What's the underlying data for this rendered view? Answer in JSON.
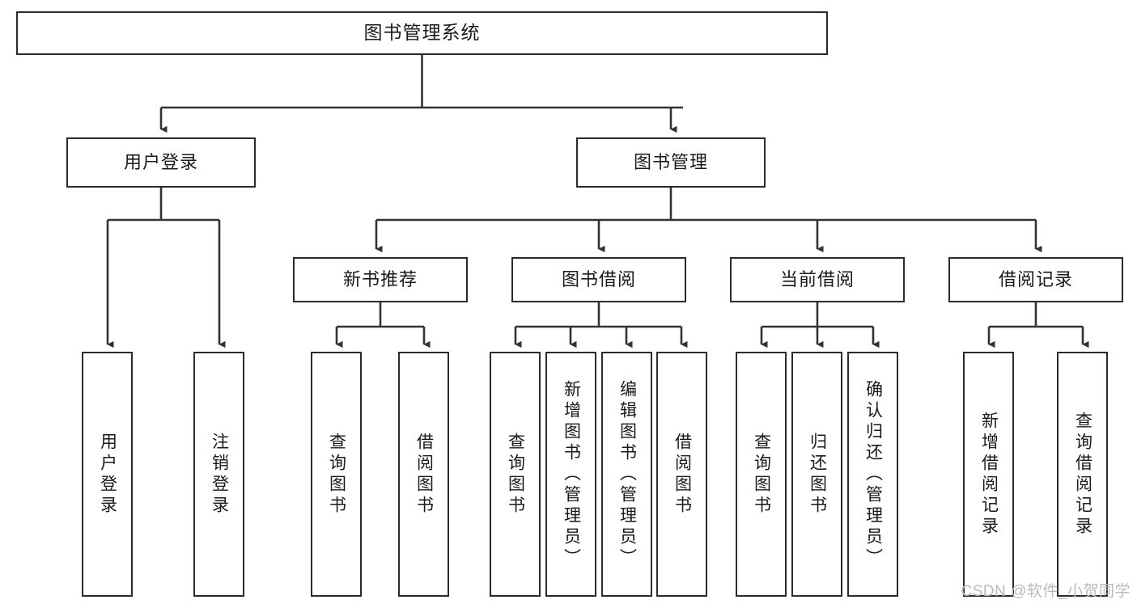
{
  "diagram": {
    "type": "tree-hierarchy",
    "title": "图书管理系统",
    "watermark": "CSDN @软件_小贺同学",
    "colors": {
      "box_border": "#2b2b2b",
      "box_fill": "#ffffff",
      "connector": "#333333",
      "text": "#1a1a1a",
      "watermark": "#b9b9b9",
      "background": "#ffffff"
    },
    "nodes": {
      "root": {
        "label": "图书管理系统"
      },
      "level2": [
        {
          "id": "user-login",
          "label": "用户登录"
        },
        {
          "id": "book-manage",
          "label": "图书管理"
        }
      ],
      "level3": [
        {
          "id": "new-book-recommend",
          "label": "新书推荐"
        },
        {
          "id": "book-borrow",
          "label": "图书借阅"
        },
        {
          "id": "current-borrow",
          "label": "当前借阅"
        },
        {
          "id": "borrow-record",
          "label": "借阅记录"
        }
      ],
      "leaves": [
        {
          "id": "leaf-user-login",
          "label": "用户登录",
          "parent": "user-login"
        },
        {
          "id": "leaf-user-logout",
          "label": "注销登录",
          "parent": "user-login"
        },
        {
          "id": "leaf-query-book-1",
          "label": "查询图书",
          "parent": "new-book-recommend"
        },
        {
          "id": "leaf-borrow-book-1",
          "label": "借阅图书",
          "parent": "new-book-recommend"
        },
        {
          "id": "leaf-query-book-2",
          "label": "查询图书",
          "parent": "book-borrow"
        },
        {
          "id": "leaf-add-book",
          "label": "新增图书（管理员）",
          "parent": "book-borrow"
        },
        {
          "id": "leaf-edit-book",
          "label": "编辑图书（管理员）",
          "parent": "book-borrow"
        },
        {
          "id": "leaf-borrow-book-2",
          "label": "借阅图书",
          "parent": "book-borrow"
        },
        {
          "id": "leaf-query-book-3",
          "label": "查询图书",
          "parent": "current-borrow"
        },
        {
          "id": "leaf-return-book",
          "label": "归还图书",
          "parent": "current-borrow"
        },
        {
          "id": "leaf-confirm-return",
          "label": "确认归还（管理员）",
          "parent": "current-borrow"
        },
        {
          "id": "leaf-add-record",
          "label": "新增借阅记录",
          "parent": "borrow-record"
        },
        {
          "id": "leaf-query-record",
          "label": "查询借阅记录",
          "parent": "borrow-record"
        }
      ]
    }
  }
}
